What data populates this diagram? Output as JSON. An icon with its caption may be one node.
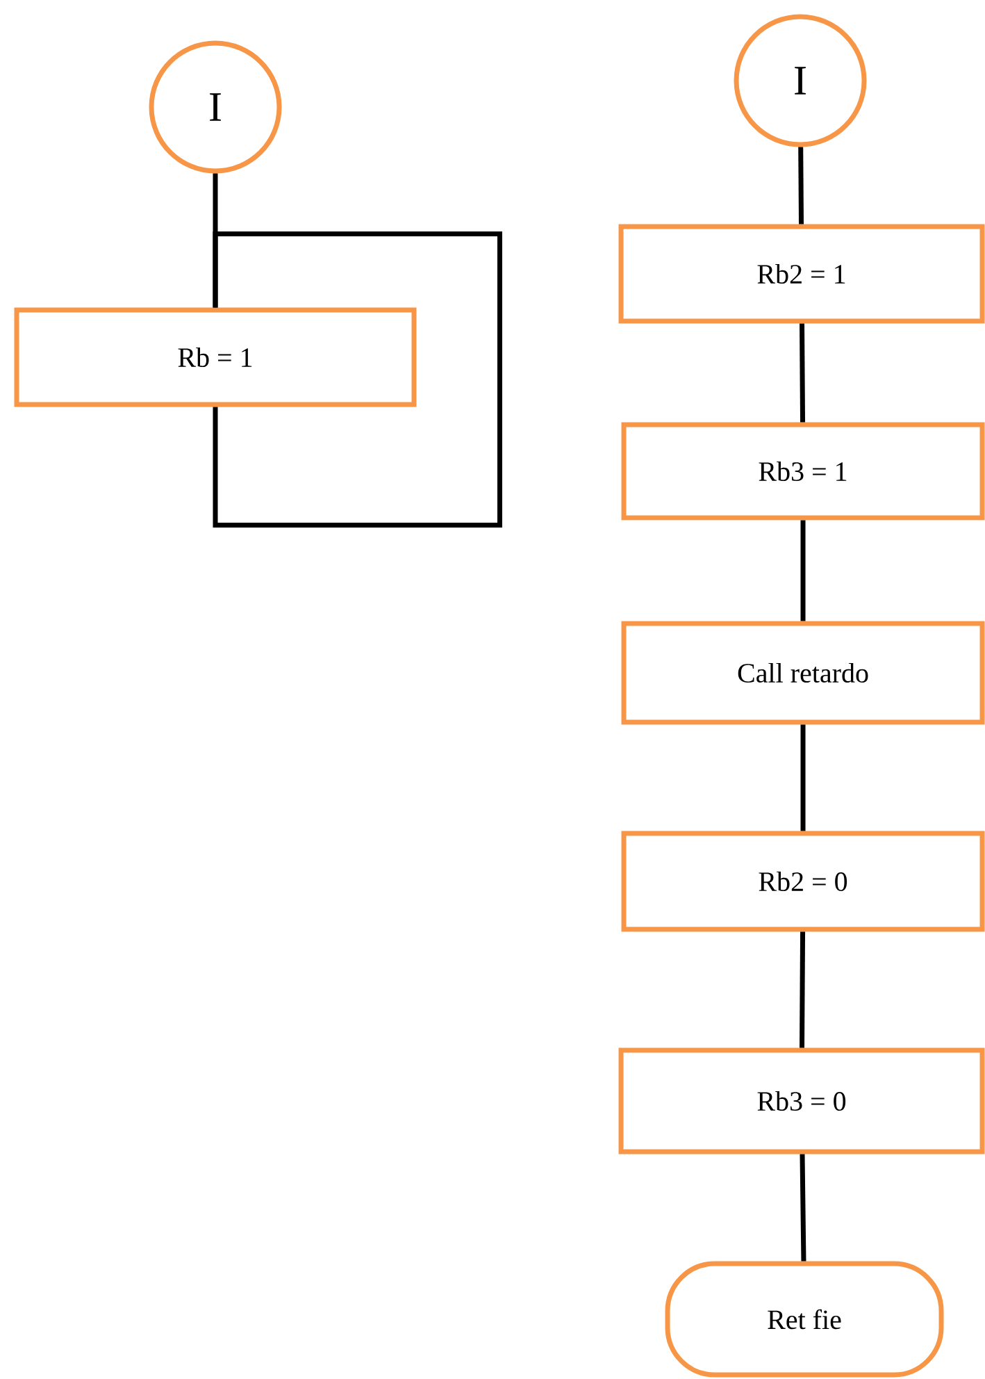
{
  "diagram": {
    "nodes": [
      {
        "text": [
          "I"
        ]
      },
      {
        "text": [
          "Rb = 1"
        ]
      },
      {
        "text": [
          "I"
        ]
      },
      {
        "text": [
          "Rb2 = 1"
        ]
      },
      {
        "text": [
          "Rb3 = 1"
        ]
      },
      {
        "text": [
          "Call retardo"
        ]
      },
      {
        "text": [
          "Rb2 = 0"
        ]
      },
      {
        "text": [
          "Rb3 = 0"
        ]
      },
      {
        "text": [
          "Ret fie"
        ]
      }
    ],
    "edges": [
      {
        "from": 0,
        "to": 1,
        "arrow": "none"
      },
      {
        "from": 1,
        "to": 1,
        "arrow": "none"
      },
      {
        "from": 2,
        "to": 3,
        "arrow": "none"
      },
      {
        "from": 3,
        "to": 4,
        "arrow": "none"
      },
      {
        "from": 4,
        "to": 5,
        "arrow": "none"
      },
      {
        "from": 5,
        "to": 6,
        "arrow": "none"
      },
      {
        "from": 6,
        "to": 7,
        "arrow": "none"
      },
      {
        "from": 7,
        "to": 8,
        "arrow": "none"
      }
    ]
  }
}
